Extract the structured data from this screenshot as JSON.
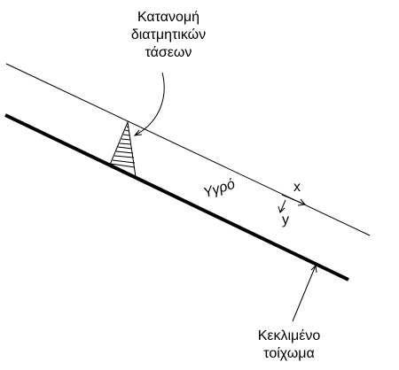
{
  "labels": {
    "shear_stress_distribution": {
      "line1": "Κατανομή",
      "line2": "διατμητικών",
      "line3": "τάσεων"
    },
    "fluid": "Υγρό",
    "x_axis": "x",
    "y_axis": "y",
    "inclined_wall": {
      "line1": "Κεκλιμένο",
      "line2": "τοίχωμα"
    }
  },
  "colors": {
    "ink": "#000000",
    "background": "#ffffff"
  }
}
